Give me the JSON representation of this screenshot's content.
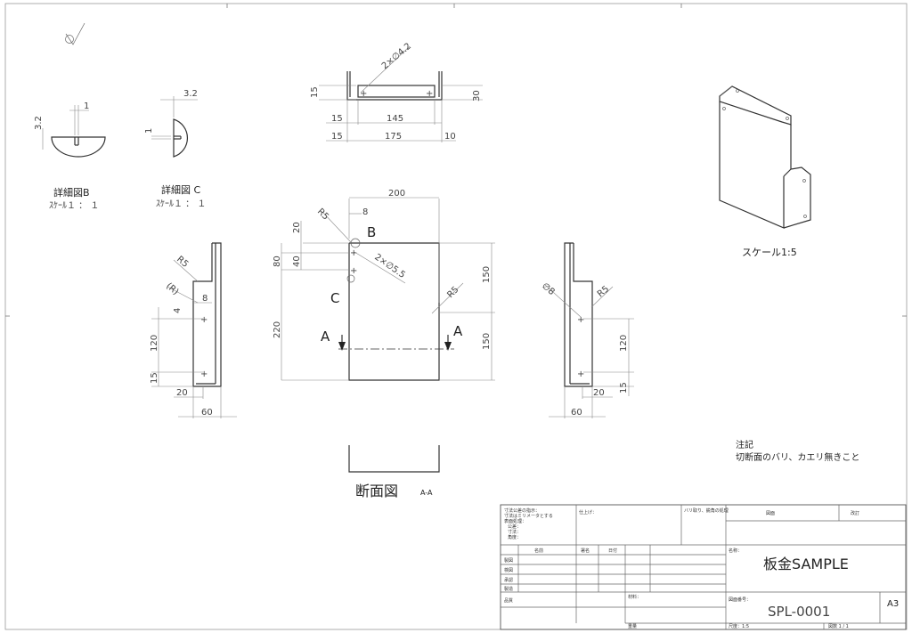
{
  "views": {
    "detail_b": {
      "title": "詳細図B",
      "scale": "ｽｹｰﾙ１ ： １",
      "dims": [
        "1",
        "3.2"
      ]
    },
    "detail_c": {
      "title": "詳細図 C",
      "scale": "ｽｹｰﾙ１ ： １",
      "dims": [
        "3.2",
        "1"
      ]
    },
    "top": {
      "dims": [
        "2×∅4.2",
        "15",
        "30",
        "15",
        "145",
        "15",
        "175",
        "10"
      ]
    },
    "front": {
      "dims": [
        "200",
        "R5",
        "8",
        "20",
        "80",
        "40",
        "2×∅5.5",
        "150",
        "R5",
        "150",
        "220"
      ],
      "markers": {
        "b": "B",
        "c": "C",
        "a_left": "A",
        "a_right": "A"
      }
    },
    "left": {
      "dims": [
        "R5",
        "(R)",
        "8",
        "4",
        "120",
        "15",
        "20",
        "60"
      ]
    },
    "right": {
      "dims": [
        "∅8",
        "R5",
        "120",
        "15",
        "20",
        "60"
      ]
    },
    "section": {
      "title": "断面図",
      "suffix": "A-A"
    },
    "iso": {
      "scale": "スケール1:5"
    }
  },
  "notes": {
    "title": "注記",
    "text": "切断面のバリ、カエリ無きこと"
  },
  "title_block": {
    "top_left_lines": [
      "寸法公差の指示：",
      "寸法はミリメータとする",
      "表面処理：",
      "公差：",
      "寸法：",
      "角度："
    ],
    "finish_label": "仕上げ：",
    "deburr_label": "バリ取り、鋭角の処理",
    "drawing_label": "図面",
    "revision_label": "改訂",
    "headers": [
      "名前",
      "署名",
      "日付"
    ],
    "rows": [
      "製図",
      "検図",
      "承認",
      "製造",
      "品質"
    ],
    "material_label": "材料：",
    "name_label": "名称：",
    "name_value": "板金SAMPLE",
    "number_label": "図面番号：",
    "number_value": "SPL-0001",
    "size": "A3",
    "weight_label": "重量",
    "scale_label": "尺度：1:5",
    "sheet_label": "図数 1 / 1"
  }
}
